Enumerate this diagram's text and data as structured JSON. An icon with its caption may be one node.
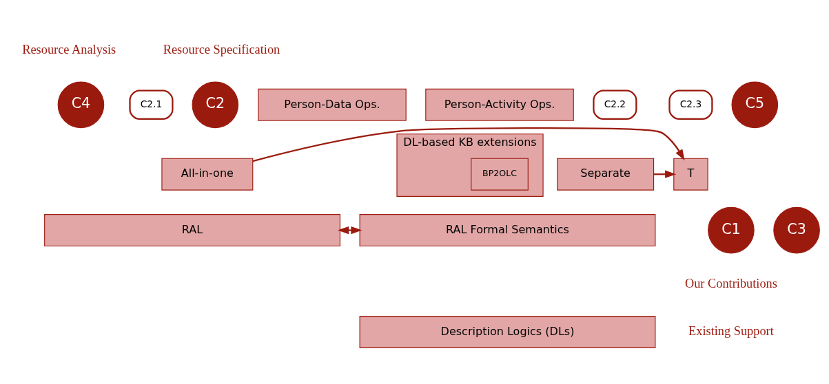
{
  "diagram": {
    "nodes": [
      {
        "text": [
          "C4"
        ]
      },
      {
        "text": [
          "C5"
        ]
      },
      {
        "text": [
          "Person-Activity Ops."
        ]
      },
      {
        "text": [
          "Person-Data Ops."
        ]
      },
      {
        "text": [
          "C2"
        ]
      },
      {
        "text": [
          "All-in-one"
        ]
      },
      {
        "text": [
          "T"
        ]
      },
      {
        "text": [
          "Separate"
        ]
      },
      {
        "text": [
          "DL-based KB extensions"
        ]
      },
      {
        "text": [
          "BP2OLC"
        ],
        "in": 8
      },
      {
        "text": [
          "C1"
        ]
      },
      {
        "text": [
          "RAL"
        ]
      },
      {
        "text": [
          "RAL Formal Semantics"
        ]
      },
      {
        "text": [
          "C3"
        ]
      },
      {
        "text": [
          "Description Logics (DLs)"
        ]
      }
    ],
    "edges": [
      {
        "from": 5,
        "to": 6,
        "arrow": "to"
      },
      {
        "from": 7,
        "to": 6,
        "arrow": "to"
      },
      {
        "from": 11,
        "to": 12,
        "arrow": "both"
      }
    ],
    "labels": [
      "Resource Specification",
      "Resource Analysis",
      "C2.1",
      "C2.3",
      "C2.2",
      "Our Contributions",
      "Existing Support"
    ]
  }
}
